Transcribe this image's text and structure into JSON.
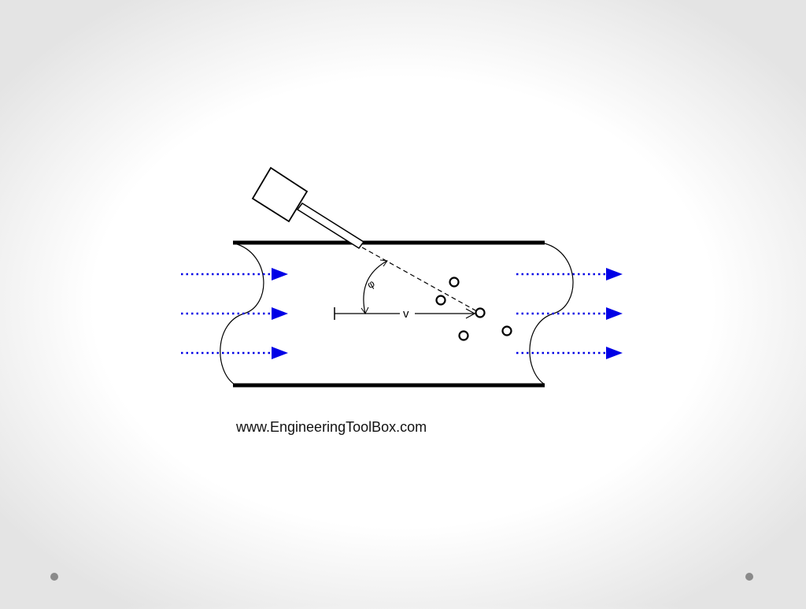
{
  "diagram": {
    "velocity_label": "v",
    "angle_label": "φ",
    "credit": "www.EngineeringToolBox.com"
  },
  "colors": {
    "flow_arrow": "#0000e6",
    "line": "#000000",
    "background": "#ffffff"
  }
}
